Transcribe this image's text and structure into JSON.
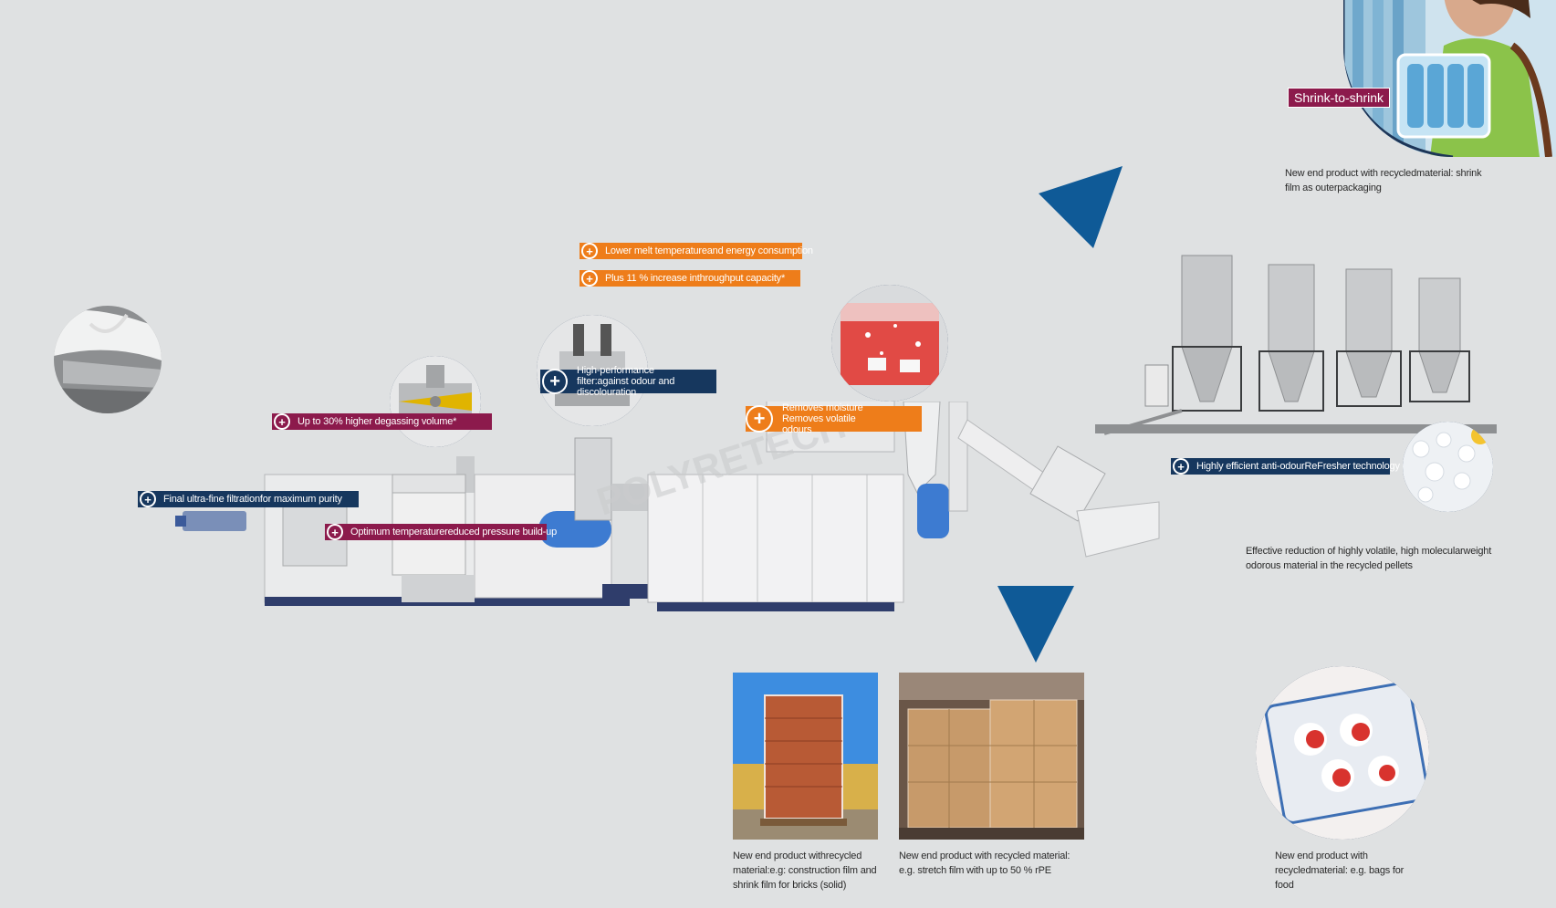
{
  "top_right": {
    "badge": "Shrink-to-shrink",
    "caption": "New end product with recycledmaterial: shrink film as outerpackaging"
  },
  "tags": {
    "lower_melt": "Lower melt temperatureand energy consumption",
    "plus_11": "Plus 11 % increase inthroughput capacity*",
    "high_perf": "High-performance filter:against odour and discolouration",
    "degassing": "Up to 30% higher degassing volume*",
    "moisture": "Removes moisture Removes volatile odours",
    "final_filtration": "Final ultra-fine filtrationfor maximum purity",
    "optimum_temp": "Optimum temperaturereduced pressure build-up",
    "anti_odour": "Highly efficient anti-odourReFresher technology"
  },
  "captions": {
    "pellets": "Effective reduction of highly volatile, high molecularweight odorous material in the recycled pellets",
    "bricks": "New end product withrecycled material:e.g: construction film and shrink film for bricks (solid)",
    "stretch": "New end product with recycled material: e.g. stretch film with up to 50 % rPE",
    "bags": "New end product with recycledmaterial: e.g. bags for food"
  },
  "brand": "POLYRETECH",
  "colors": {
    "orange": "#ee7d1a",
    "navy": "#16375e",
    "purple": "#8c1a4c",
    "arrow_blue": "#0f5a97",
    "background": "#dfe1e2"
  }
}
